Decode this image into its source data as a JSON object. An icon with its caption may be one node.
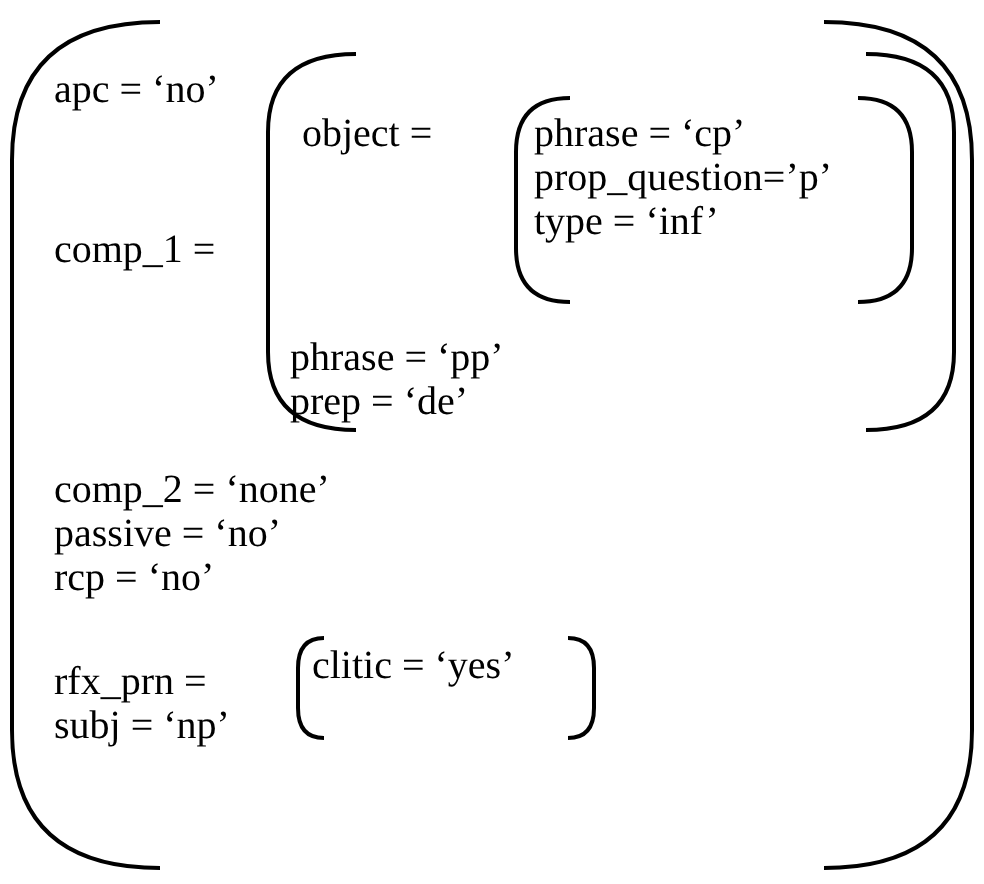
{
  "diagram": {
    "nodes": [
      {
        "text": [
          "apc = ‘no’",
          "comp_1 =",
          "comp_2 = ‘none’",
          "passive = ‘no’",
          "rcp = ‘no’",
          "rfx_prn =",
          "subj = ‘np’"
        ]
      },
      {
        "text": [
          "object =",
          "phrase = ‘pp’",
          "prep = ‘de’"
        ],
        "in": 0
      },
      {
        "text": [
          "phrase = ‘cp’",
          "prop_question=’p’",
          "type = ‘inf’"
        ],
        "in": 1
      },
      {
        "text": [
          "clitic = ‘yes’"
        ],
        "in": 0
      }
    ]
  }
}
